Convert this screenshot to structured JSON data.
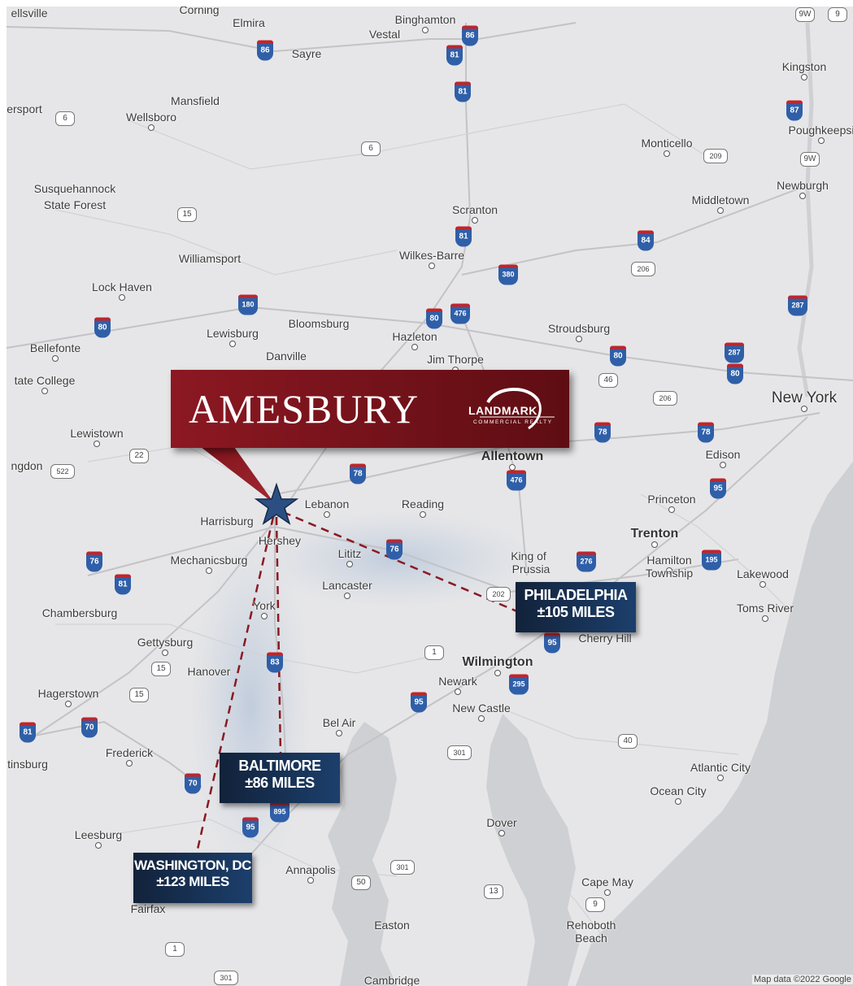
{
  "brand": {
    "title": "AMESBURY",
    "logo_text": "LANDMARK",
    "logo_sub": "COMMERCIAL REALTY",
    "colors": {
      "banner": "#7a1420",
      "callout": "#1c3f6c",
      "route": "#8a1a22"
    }
  },
  "map_credit": "Map data ©2022 Google",
  "callouts": [
    {
      "id": "philadelphia",
      "line1": "PHILADELPHIA",
      "line2": "±105 MILES"
    },
    {
      "id": "baltimore",
      "line1": "BALTIMORE",
      "line2": "±86 MILES"
    },
    {
      "id": "washington",
      "line1": "WASHINGTON, DC",
      "line2": "±123 MILES"
    }
  ],
  "places": [
    {
      "id": "ellsville",
      "name": "ellsville"
    },
    {
      "id": "corning",
      "name": "Corning"
    },
    {
      "id": "elmira",
      "name": "Elmira"
    },
    {
      "id": "sayre",
      "name": "Sayre"
    },
    {
      "id": "binghamton",
      "name": "Binghamton"
    },
    {
      "id": "vestal",
      "name": "Vestal"
    },
    {
      "id": "kingston",
      "name": "Kingston"
    },
    {
      "id": "mansfield",
      "name": "Mansfield"
    },
    {
      "id": "wellsboro",
      "name": "Wellsboro"
    },
    {
      "id": "ersport",
      "name": "ersport"
    },
    {
      "id": "poughkeepsie",
      "name": "Poughkeepsi"
    },
    {
      "id": "monticello",
      "name": "Monticello"
    },
    {
      "id": "newburgh",
      "name": "Newburgh"
    },
    {
      "id": "middletown",
      "name": "Middletown"
    },
    {
      "id": "susquehannock",
      "name": "Susquehannock"
    },
    {
      "id": "stateforest",
      "name": "State Forest"
    },
    {
      "id": "scranton",
      "name": "Scranton"
    },
    {
      "id": "williamsport",
      "name": "Williamsport"
    },
    {
      "id": "wilkesbarre",
      "name": "Wilkes-Barre"
    },
    {
      "id": "lockhaven",
      "name": "Lock Haven"
    },
    {
      "id": "bloomsburg",
      "name": "Bloomsburg"
    },
    {
      "id": "lewisburg",
      "name": "Lewisburg"
    },
    {
      "id": "hazleton",
      "name": "Hazleton"
    },
    {
      "id": "stroudsburg",
      "name": "Stroudsburg"
    },
    {
      "id": "bellefonte",
      "name": "Bellefonte"
    },
    {
      "id": "danville",
      "name": "Danville"
    },
    {
      "id": "jimthorpe",
      "name": "Jim Thorpe"
    },
    {
      "id": "statecollege",
      "name": "tate College"
    },
    {
      "id": "newyork",
      "name": "New York"
    },
    {
      "id": "lewistown",
      "name": "Lewistown"
    },
    {
      "id": "allentown",
      "name": "Allentown"
    },
    {
      "id": "edison",
      "name": "Edison"
    },
    {
      "id": "ngdon",
      "name": "ngdon"
    },
    {
      "id": "lebanon",
      "name": "Lebanon"
    },
    {
      "id": "reading",
      "name": "Reading"
    },
    {
      "id": "princeton",
      "name": "Princeton"
    },
    {
      "id": "harrisburg",
      "name": "Harrisburg"
    },
    {
      "id": "hershey",
      "name": "Hershey"
    },
    {
      "id": "trenton",
      "name": "Trenton"
    },
    {
      "id": "lititz",
      "name": "Lititz"
    },
    {
      "id": "kingofprussia",
      "name": "King of"
    },
    {
      "id": "prussia",
      "name": "Prussia"
    },
    {
      "id": "hamilton",
      "name": "Hamilton"
    },
    {
      "id": "township",
      "name": "Township"
    },
    {
      "id": "lakewood",
      "name": "Lakewood"
    },
    {
      "id": "mechanicsburg",
      "name": "Mechanicsburg"
    },
    {
      "id": "lancaster",
      "name": "Lancaster"
    },
    {
      "id": "chambersburg",
      "name": "Chambersburg"
    },
    {
      "id": "york",
      "name": "York"
    },
    {
      "id": "tomsriver",
      "name": "Toms River"
    },
    {
      "id": "cherryhill",
      "name": "Cherry Hill"
    },
    {
      "id": "gettysburg",
      "name": "Gettysburg"
    },
    {
      "id": "wilmington",
      "name": "Wilmington"
    },
    {
      "id": "hanover",
      "name": "Hanover"
    },
    {
      "id": "newark",
      "name": "Newark"
    },
    {
      "id": "hagerstown",
      "name": "Hagerstown"
    },
    {
      "id": "newcastle",
      "name": "New Castle"
    },
    {
      "id": "belair",
      "name": "Bel Air"
    },
    {
      "id": "frederick",
      "name": "Frederick"
    },
    {
      "id": "insburg",
      "name": "tinsburg"
    },
    {
      "id": "atlanticcity",
      "name": "Atlantic City"
    },
    {
      "id": "oceancity",
      "name": "Ocean City"
    },
    {
      "id": "dover",
      "name": "Dover"
    },
    {
      "id": "leesburg",
      "name": "Leesburg"
    },
    {
      "id": "annapolis",
      "name": "Annapolis"
    },
    {
      "id": "capemay",
      "name": "Cape May"
    },
    {
      "id": "fairfax",
      "name": "Fairfax"
    },
    {
      "id": "easton",
      "name": "Easton"
    },
    {
      "id": "rehoboth",
      "name": "Rehoboth"
    },
    {
      "id": "beach",
      "name": "Beach"
    },
    {
      "id": "cambridge",
      "name": "Cambridge"
    }
  ],
  "shields": [
    {
      "id": "i86a",
      "type": "interstate",
      "num": "86"
    },
    {
      "id": "i86b",
      "type": "interstate",
      "num": "86"
    },
    {
      "id": "i81a",
      "type": "interstate",
      "num": "81"
    },
    {
      "id": "i81b",
      "type": "interstate",
      "num": "81"
    },
    {
      "id": "us9w",
      "type": "us",
      "num": "9W"
    },
    {
      "id": "us9",
      "type": "us",
      "num": "9"
    },
    {
      "id": "i87",
      "type": "interstate",
      "num": "87"
    },
    {
      "id": "us6a",
      "type": "us",
      "num": "6"
    },
    {
      "id": "us6b",
      "type": "us",
      "num": "6"
    },
    {
      "id": "us209",
      "type": "us",
      "num": "209"
    },
    {
      "id": "us9w2",
      "type": "us",
      "num": "9W"
    },
    {
      "id": "us15a",
      "type": "us",
      "num": "15"
    },
    {
      "id": "i81c",
      "type": "interstate",
      "num": "81"
    },
    {
      "id": "i84",
      "type": "interstate",
      "num": "84"
    },
    {
      "id": "i380",
      "type": "interstate",
      "num": "380"
    },
    {
      "id": "us206a",
      "type": "us",
      "num": "206"
    },
    {
      "id": "i180",
      "type": "interstate",
      "num": "180"
    },
    {
      "id": "i80a",
      "type": "interstate",
      "num": "80"
    },
    {
      "id": "i476a",
      "type": "interstate",
      "num": "476"
    },
    {
      "id": "i287a",
      "type": "interstate",
      "num": "287"
    },
    {
      "id": "i80b",
      "type": "interstate",
      "num": "80"
    },
    {
      "id": "i80c",
      "type": "interstate",
      "num": "80"
    },
    {
      "id": "i287b",
      "type": "interstate",
      "num": "287"
    },
    {
      "id": "i80d",
      "type": "interstate",
      "num": "80"
    },
    {
      "id": "us46",
      "type": "us",
      "num": "46"
    },
    {
      "id": "us206b",
      "type": "us",
      "num": "206"
    },
    {
      "id": "i78a",
      "type": "interstate",
      "num": "78"
    },
    {
      "id": "i78b",
      "type": "interstate",
      "num": "78"
    },
    {
      "id": "us22",
      "type": "us",
      "num": "22"
    },
    {
      "id": "us522",
      "type": "us",
      "num": "522"
    },
    {
      "id": "i78c",
      "type": "interstate",
      "num": "78"
    },
    {
      "id": "i476b",
      "type": "interstate",
      "num": "476"
    },
    {
      "id": "i95a",
      "type": "interstate",
      "num": "95"
    },
    {
      "id": "i76a",
      "type": "interstate",
      "num": "76"
    },
    {
      "id": "i76b",
      "type": "interstate",
      "num": "76"
    },
    {
      "id": "i276",
      "type": "interstate",
      "num": "276"
    },
    {
      "id": "i195",
      "type": "interstate",
      "num": "195"
    },
    {
      "id": "i81d",
      "type": "interstate",
      "num": "81"
    },
    {
      "id": "us202",
      "type": "us",
      "num": "202"
    },
    {
      "id": "i95b",
      "type": "interstate",
      "num": "95"
    },
    {
      "id": "us1a",
      "type": "us",
      "num": "1"
    },
    {
      "id": "i83",
      "type": "interstate",
      "num": "83"
    },
    {
      "id": "us15b",
      "type": "us",
      "num": "15"
    },
    {
      "id": "us15c",
      "type": "us",
      "num": "15"
    },
    {
      "id": "i295",
      "type": "interstate",
      "num": "295"
    },
    {
      "id": "i70a",
      "type": "interstate",
      "num": "70"
    },
    {
      "id": "i81e",
      "type": "interstate",
      "num": "81"
    },
    {
      "id": "i95c",
      "type": "interstate",
      "num": "95"
    },
    {
      "id": "us40",
      "type": "us",
      "num": "40"
    },
    {
      "id": "us301a",
      "type": "us",
      "num": "301"
    },
    {
      "id": "i70b",
      "type": "interstate",
      "num": "70"
    },
    {
      "id": "i895",
      "type": "interstate",
      "num": "895"
    },
    {
      "id": "i95d",
      "type": "interstate",
      "num": "95"
    },
    {
      "id": "us301b",
      "type": "us",
      "num": "301"
    },
    {
      "id": "us50",
      "type": "us",
      "num": "50"
    },
    {
      "id": "us13",
      "type": "us",
      "num": "13"
    },
    {
      "id": "us9b",
      "type": "us",
      "num": "9"
    },
    {
      "id": "us1b",
      "type": "us",
      "num": "1"
    },
    {
      "id": "us301c",
      "type": "us",
      "num": "301"
    }
  ]
}
